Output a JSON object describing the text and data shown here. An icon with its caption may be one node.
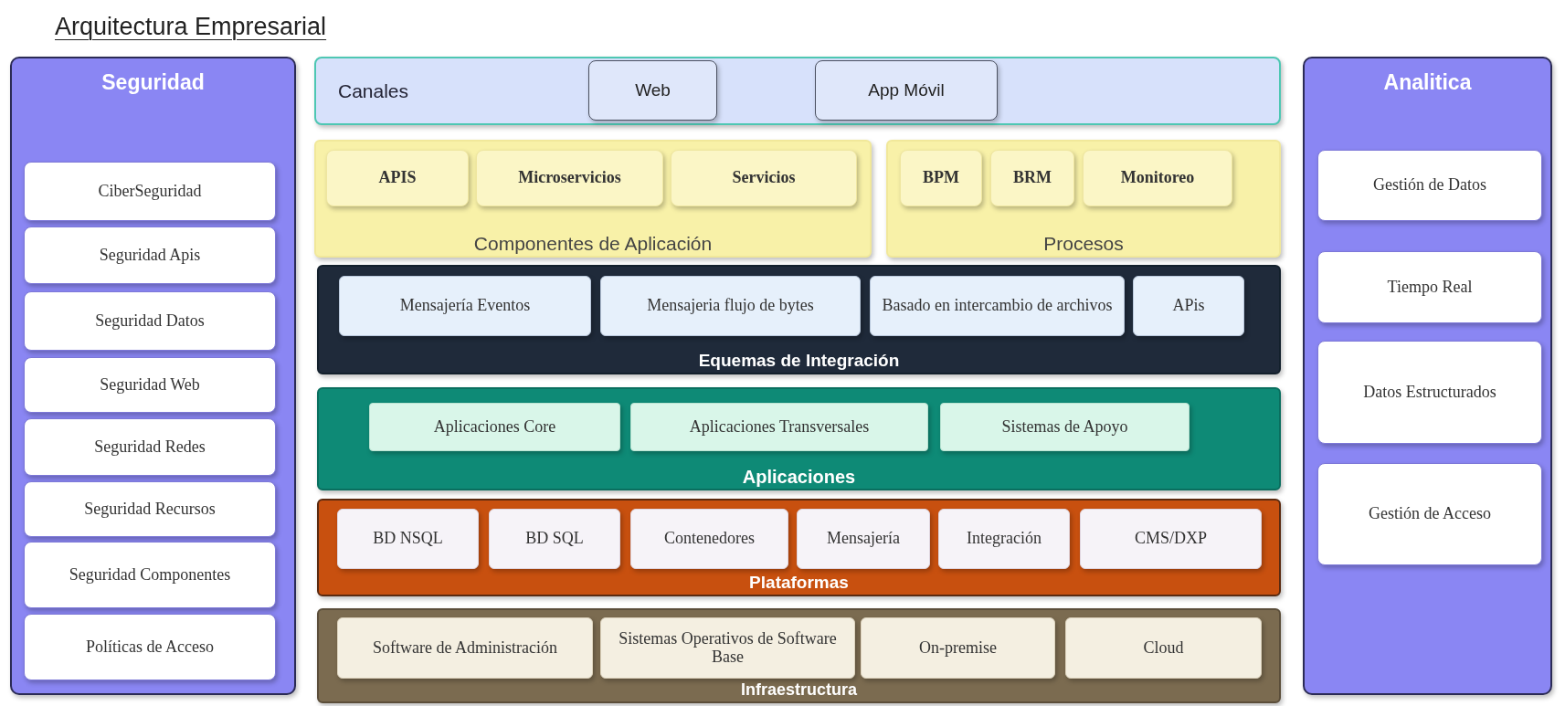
{
  "diagram": {
    "title": "Arquitectura Empresarial",
    "nodes": [
      {
        "text": [
          "Seguridad"
        ]
      },
      {
        "text": [
          "CiberSeguridad"
        ],
        "in": 0
      },
      {
        "text": [
          "Seguridad Apis"
        ],
        "in": 0
      },
      {
        "text": [
          "Seguridad Datos"
        ],
        "in": 0
      },
      {
        "text": [
          "Seguridad Web"
        ],
        "in": 0
      },
      {
        "text": [
          "Seguridad Redes"
        ],
        "in": 0
      },
      {
        "text": [
          "Seguridad Recursos"
        ],
        "in": 0
      },
      {
        "text": [
          "Seguridad Componentes"
        ],
        "in": 0
      },
      {
        "text": [
          "Políticas de Acceso"
        ],
        "in": 0
      },
      {
        "text": [
          "Canales"
        ]
      },
      {
        "text": [
          "Web"
        ],
        "in": 9
      },
      {
        "text": [
          "App Móvil"
        ],
        "in": 9
      },
      {
        "text": [
          "Componentes de Aplicación"
        ]
      },
      {
        "text": [
          "APIS"
        ],
        "in": 12
      },
      {
        "text": [
          "Microservicios"
        ],
        "in": 12
      },
      {
        "text": [
          "Servicios"
        ],
        "in": 12
      },
      {
        "text": [
          "Procesos"
        ]
      },
      {
        "text": [
          "BPM"
        ],
        "in": 16
      },
      {
        "text": [
          "BRM"
        ],
        "in": 16
      },
      {
        "text": [
          "Monitoreo"
        ],
        "in": 16
      },
      {
        "text": [
          "Equemas de Integración"
        ]
      },
      {
        "text": [
          "Mensajería Eventos"
        ],
        "in": 20
      },
      {
        "text": [
          "Mensajeria flujo de bytes"
        ],
        "in": 20
      },
      {
        "text": [
          "Basado en intercambio de archivos"
        ],
        "in": 20
      },
      {
        "text": [
          "APis"
        ],
        "in": 20
      },
      {
        "text": [
          "Aplicaciones"
        ]
      },
      {
        "text": [
          "Aplicaciones Core"
        ],
        "in": 25
      },
      {
        "text": [
          "Aplicaciones Transversales"
        ],
        "in": 25
      },
      {
        "text": [
          "Sistemas de Apoyo"
        ],
        "in": 25
      },
      {
        "text": [
          "Plataformas"
        ]
      },
      {
        "text": [
          "BD NSQL"
        ],
        "in": 29
      },
      {
        "text": [
          "BD SQL"
        ],
        "in": 29
      },
      {
        "text": [
          "Contenedores"
        ],
        "in": 29
      },
      {
        "text": [
          "Mensajería"
        ],
        "in": 29
      },
      {
        "text": [
          "Integración"
        ],
        "in": 29
      },
      {
        "text": [
          "CMS/DXP"
        ],
        "in": 29
      },
      {
        "text": [
          "Infraestructura"
        ]
      },
      {
        "text": [
          "Software de Administración"
        ],
        "in": 36
      },
      {
        "text": [
          "Sistemas Operativos de Software Base"
        ],
        "in": 36
      },
      {
        "text": [
          "On-premise"
        ],
        "in": 36
      },
      {
        "text": [
          "Cloud"
        ],
        "in": 36
      },
      {
        "text": [
          "Analitica"
        ]
      },
      {
        "text": [
          "Gestión de Datos"
        ],
        "in": 41
      },
      {
        "text": [
          "Tiempo Real"
        ],
        "in": 41
      },
      {
        "text": [
          "Datos Estructurados"
        ],
        "in": 41
      },
      {
        "text": [
          "Gestión de Acceso"
        ],
        "in": 41
      }
    ]
  }
}
